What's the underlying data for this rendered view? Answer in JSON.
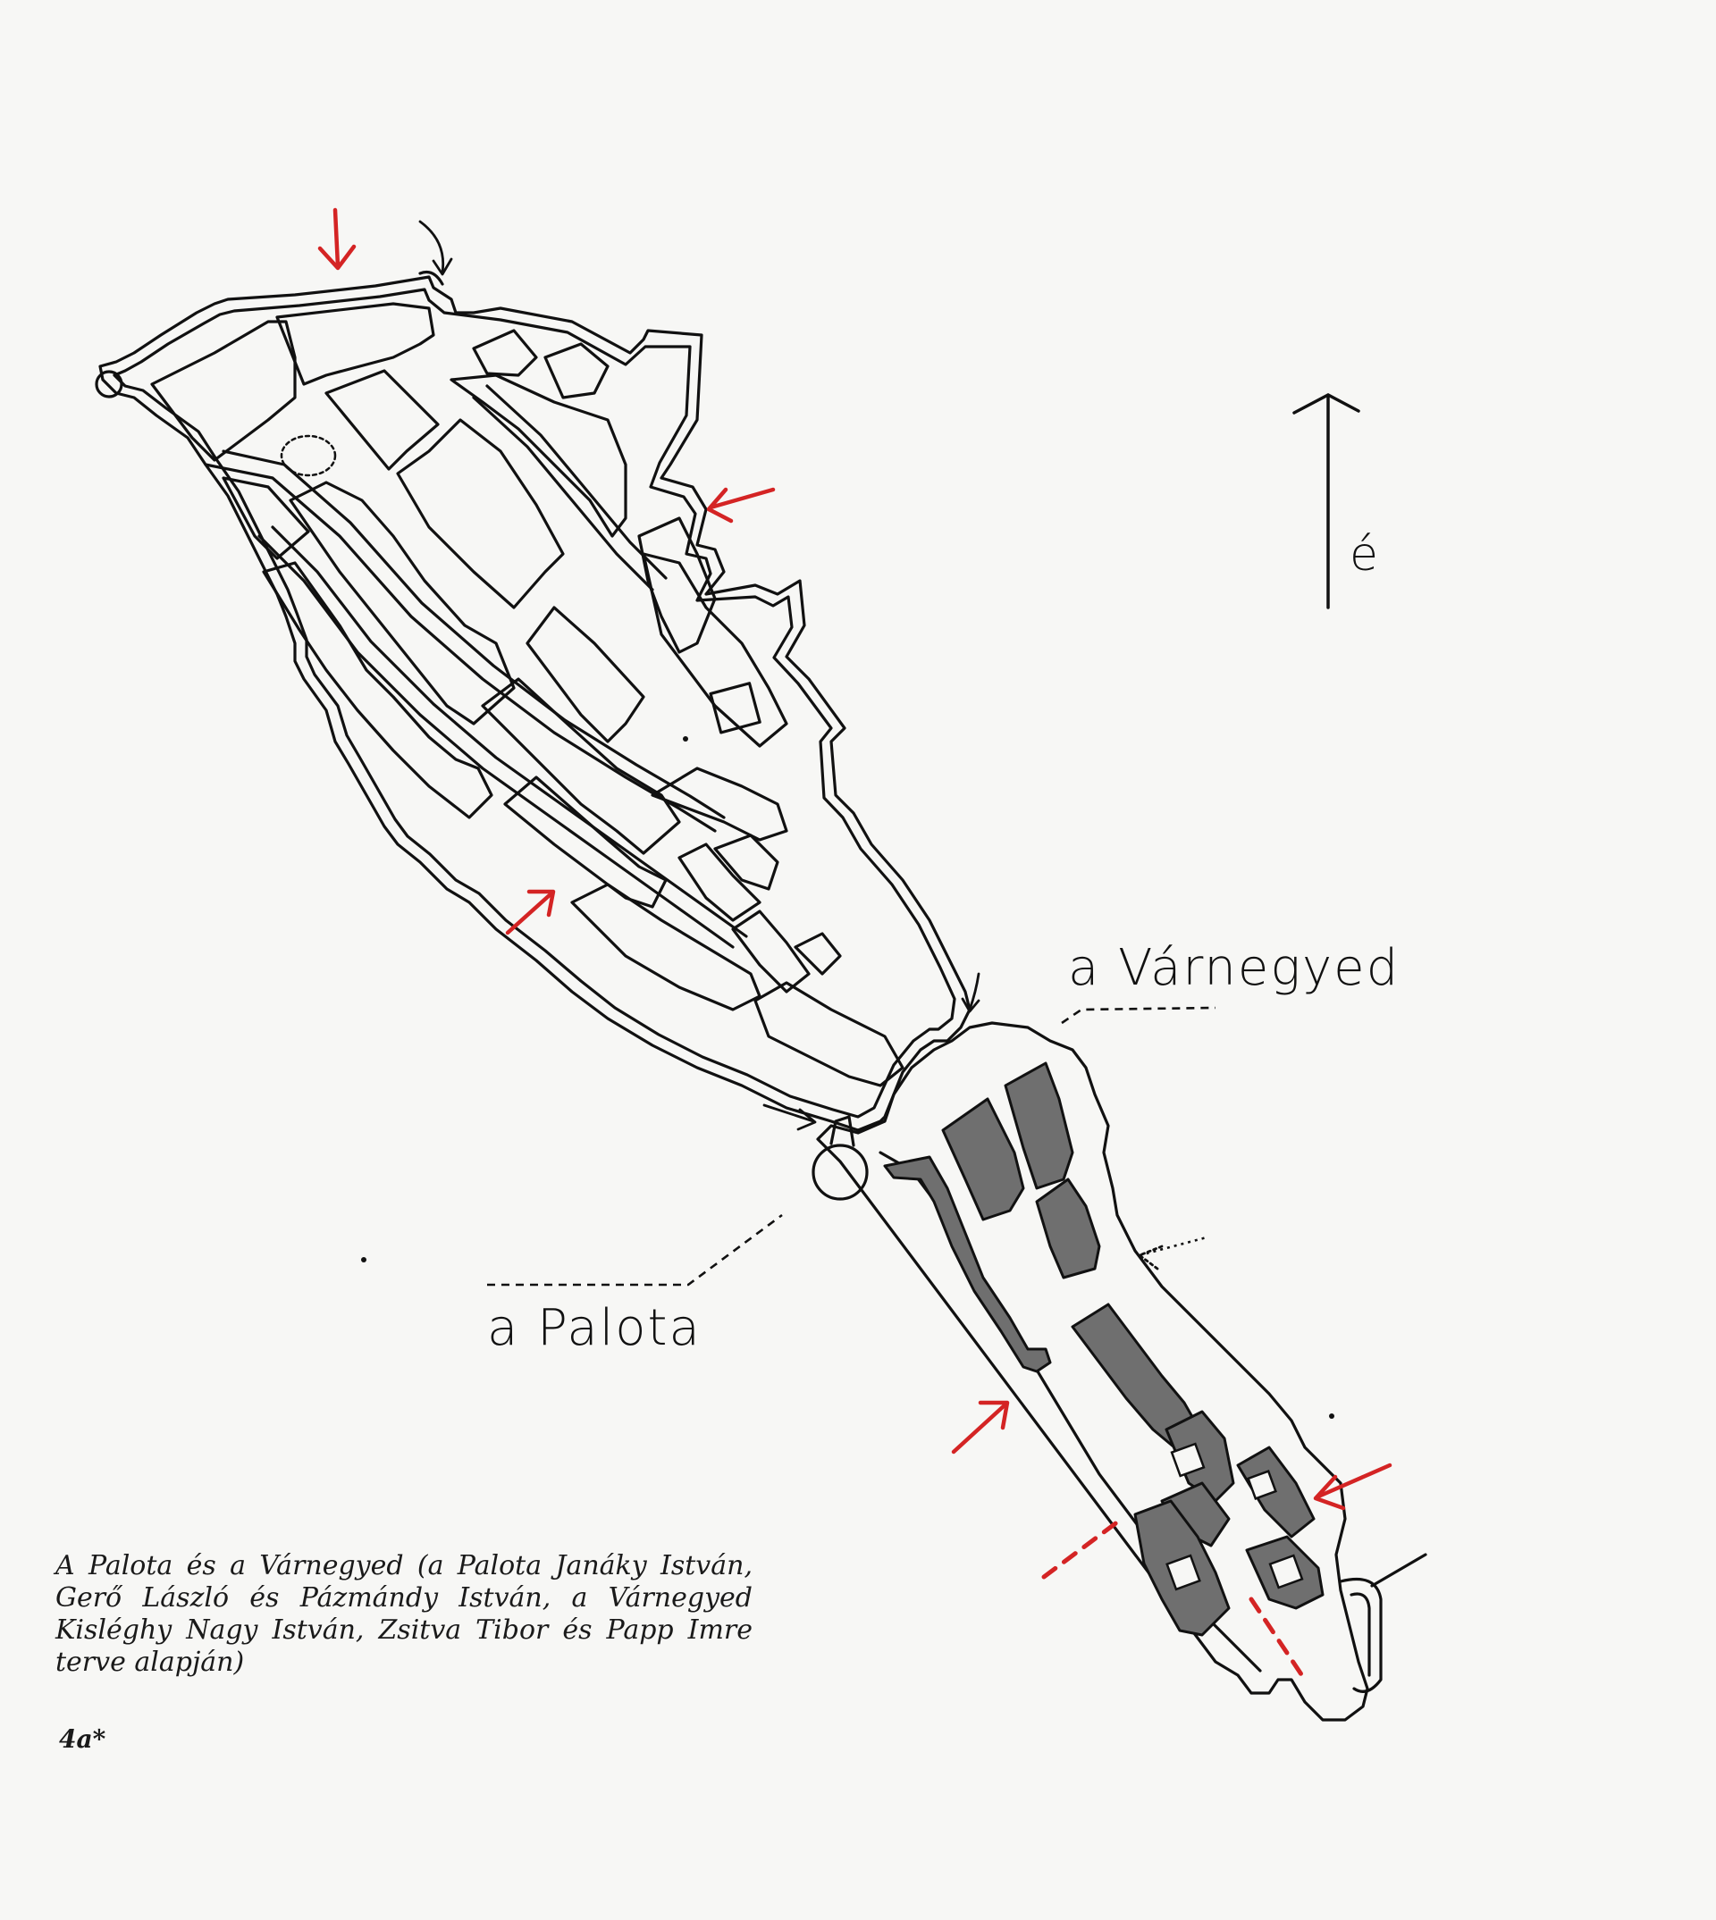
{
  "labels": {
    "north": "é",
    "district": "a Várnegyed",
    "palace": "a Palota"
  },
  "caption": "A Palota és a Várnegyed (a Palota Janáky István, Gerő László és Pázmándy István, a Várnegyed Kisléghy Nagy István, Zsitva Tibor és Papp Imre terve alapján)",
  "figure_number": "4a*",
  "colors": {
    "ink": "#111111",
    "arrow_red": "#d42424",
    "built_fill": "#6f6f6f",
    "paper": "#f7f7f5"
  },
  "icons": {
    "north_arrow": "north-arrow-icon",
    "entrance_arrow": "entrance-arrow-icon"
  }
}
